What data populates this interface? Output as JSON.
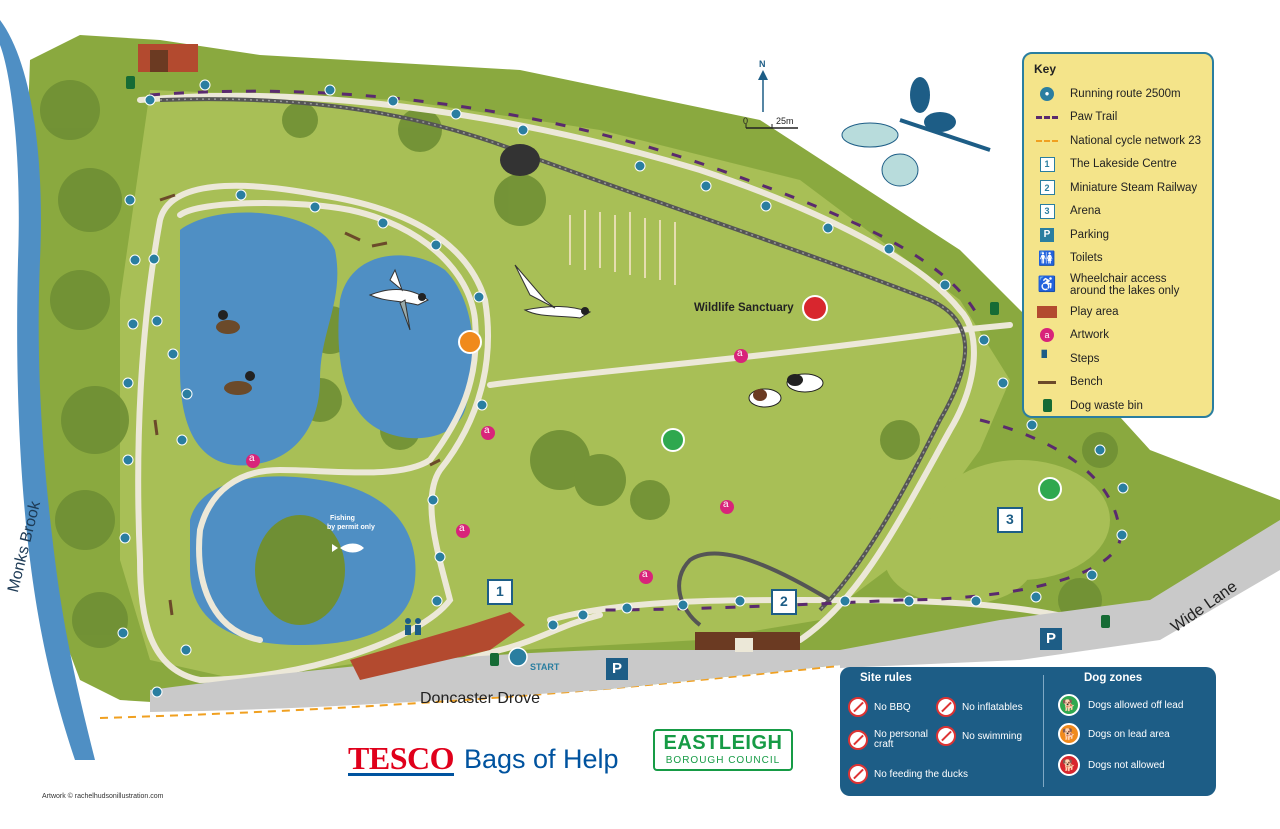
{
  "map": {
    "places": {
      "monks_brook": "Monks Brook",
      "doncaster_drove": "Doncaster Drove",
      "wide_lane": "Wide Lane",
      "wildlife_sanctuary": "Wildlife Sanctuary",
      "fishing": "Fishing",
      "fishing_sub": "by permit only",
      "start": "START"
    },
    "numbers": {
      "lakeside": "1",
      "railway": "2",
      "arena": "3"
    },
    "scale": {
      "north": "N",
      "zero": "0",
      "dist": "25m"
    },
    "artwork_marker": "a",
    "parking_marker": "P"
  },
  "key": {
    "title": "Key",
    "items": [
      {
        "label": "Running route 2500m",
        "icon": "running-route-icon"
      },
      {
        "label": "Paw Trail",
        "icon": "paw-trail-line-icon"
      },
      {
        "label": "National cycle network 23",
        "icon": "cycle-network-line-icon"
      },
      {
        "label": "The Lakeside Centre",
        "icon": "number-1-icon",
        "glyph": "1"
      },
      {
        "label": "Miniature Steam Railway",
        "icon": "number-2-icon",
        "glyph": "2"
      },
      {
        "label": "Arena",
        "icon": "number-3-icon",
        "glyph": "3"
      },
      {
        "label": "Parking",
        "icon": "parking-icon",
        "glyph": "P"
      },
      {
        "label": "Toilets",
        "icon": "toilets-icon"
      },
      {
        "label": "Wheelchair access",
        "label2": "around the lakes only",
        "icon": "wheelchair-icon"
      },
      {
        "label": "Play area",
        "icon": "play-area-icon"
      },
      {
        "label": "Artwork",
        "icon": "artwork-icon",
        "glyph": "a"
      },
      {
        "label": "Steps",
        "icon": "steps-icon"
      },
      {
        "label": "Bench",
        "icon": "bench-icon"
      },
      {
        "label": "Dog waste bin",
        "icon": "dog-waste-bin-icon"
      }
    ]
  },
  "site_rules": {
    "title": "Site rules",
    "items": {
      "bbq": "No BBQ",
      "inflatables": "No inflatables",
      "craft1": "No personal",
      "craft2": "craft",
      "swimming": "No swimming",
      "ducks": "No feeding the ducks"
    }
  },
  "dog_zones": {
    "title": "Dog zones",
    "off_lead": "Dogs allowed off lead",
    "on_lead": "Dogs on lead area",
    "not_allowed": "Dogs not allowed",
    "colors": {
      "off_lead": "#2fa84f",
      "on_lead": "#f08a1c",
      "not_allowed": "#d8262e"
    }
  },
  "sponsors": {
    "tesco": "TESCO",
    "bags_of_help": "Bags of Help",
    "eastleigh": "EASTLEIGH",
    "borough_council": "BOROUGH COUNCIL"
  },
  "credit": "Artwork © rachelhudsonillustration.com",
  "colors": {
    "grass": "#9ab648",
    "water": "#4f8fc4",
    "path": "#ece8d8",
    "brand_blue": "#1d5d86",
    "legend_bg": "#f4e48a"
  }
}
